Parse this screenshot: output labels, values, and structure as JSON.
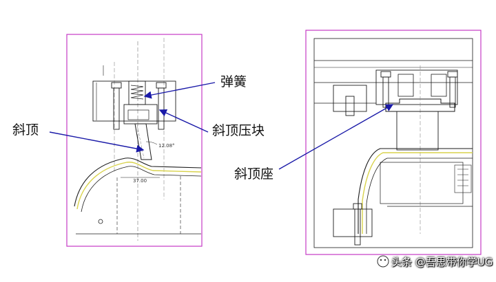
{
  "labels": {
    "spring": "弹簧",
    "lifter": "斜顶",
    "lifter_press_block": "斜顶压块",
    "lifter_seat": "斜顶座"
  },
  "dimensions": {
    "angle": "12.08°",
    "width": "37.00"
  },
  "watermark": {
    "text": "头条 @吾思带你学UG"
  },
  "colors": {
    "frame": "#c43ac4",
    "line": "#1a1a1a",
    "part_yellow": "#d8d24a",
    "centerline": "#888888",
    "arrow": "#1a1aa8"
  }
}
